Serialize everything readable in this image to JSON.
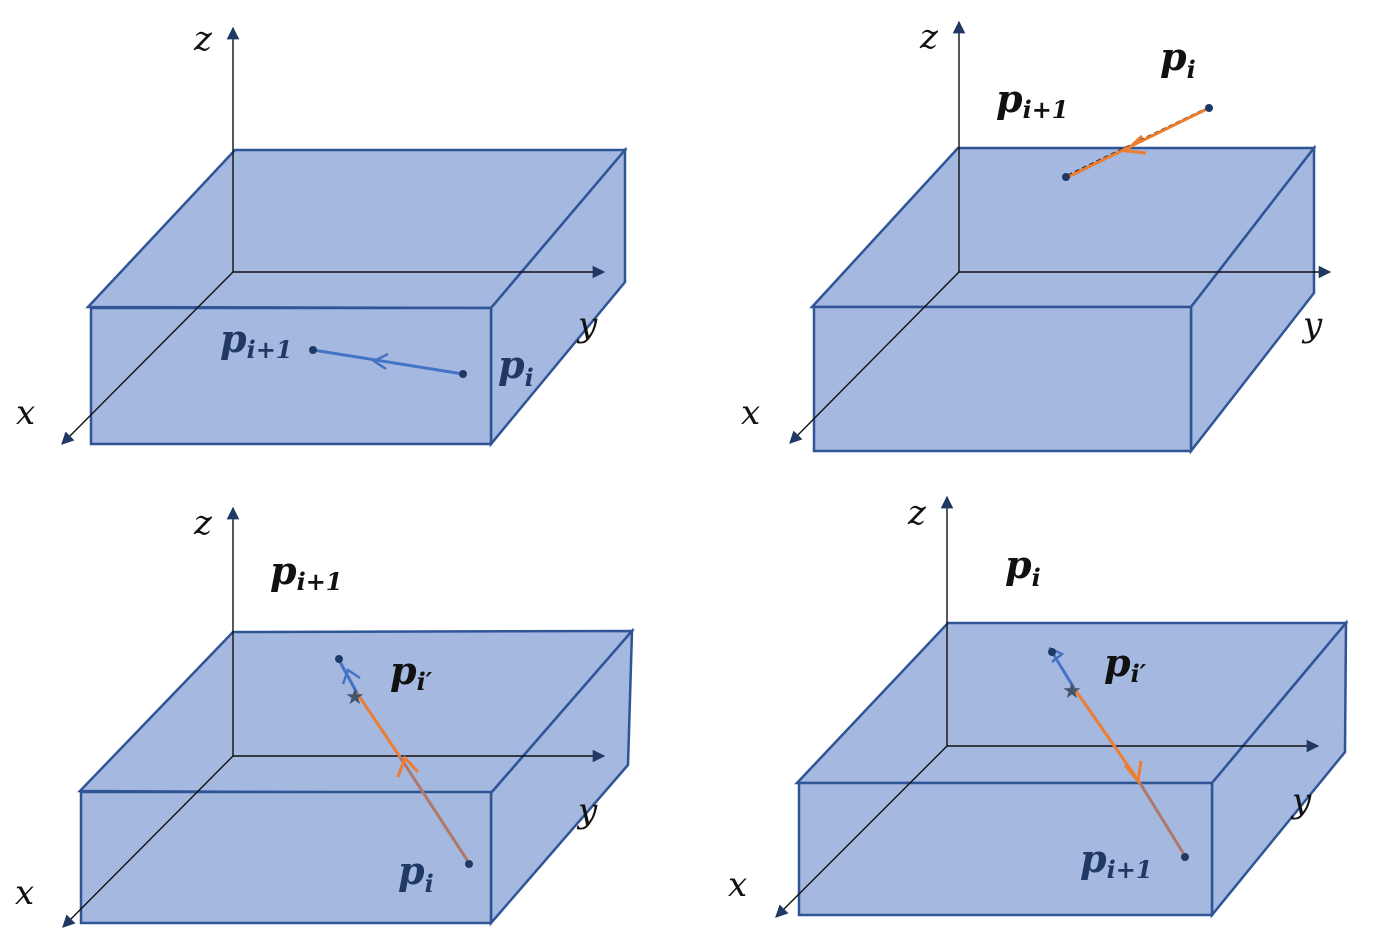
{
  "panels": [
    {
      "id": "top-left",
      "axes": {
        "z": "z",
        "y": "y",
        "x": "x"
      },
      "labels": {
        "p_i": {
          "base": "p",
          "sub": "i"
        },
        "p_next": {
          "base": "p",
          "sub": "i+1"
        }
      }
    },
    {
      "id": "top-right",
      "axes": {
        "z": "z",
        "y": "y",
        "x": "x"
      },
      "labels": {
        "p_i": {
          "base": "p",
          "sub": "i"
        },
        "p_next": {
          "base": "p",
          "sub": "i+1"
        }
      }
    },
    {
      "id": "bottom-left",
      "axes": {
        "z": "z",
        "y": "y",
        "x": "x"
      },
      "labels": {
        "p_i": {
          "base": "p",
          "sub": "i"
        },
        "p_next": {
          "base": "p",
          "sub": "i+1"
        },
        "p_prime": {
          "base": "p",
          "sub": "i′"
        }
      }
    },
    {
      "id": "bottom-right",
      "axes": {
        "z": "z",
        "y": "y",
        "x": "x"
      },
      "labels": {
        "p_i": {
          "base": "p",
          "sub": "i"
        },
        "p_next": {
          "base": "p",
          "sub": "i+1"
        },
        "p_prime": {
          "base": "p",
          "sub": "i′"
        }
      }
    }
  ],
  "colors": {
    "box_fill": "#a4b8e0",
    "box_edge": "#2f5597",
    "blue_segment": "#4472c4",
    "orange_segment": "#ed7d31",
    "label_dark": "#111111",
    "label_navy": "#1f3864"
  }
}
